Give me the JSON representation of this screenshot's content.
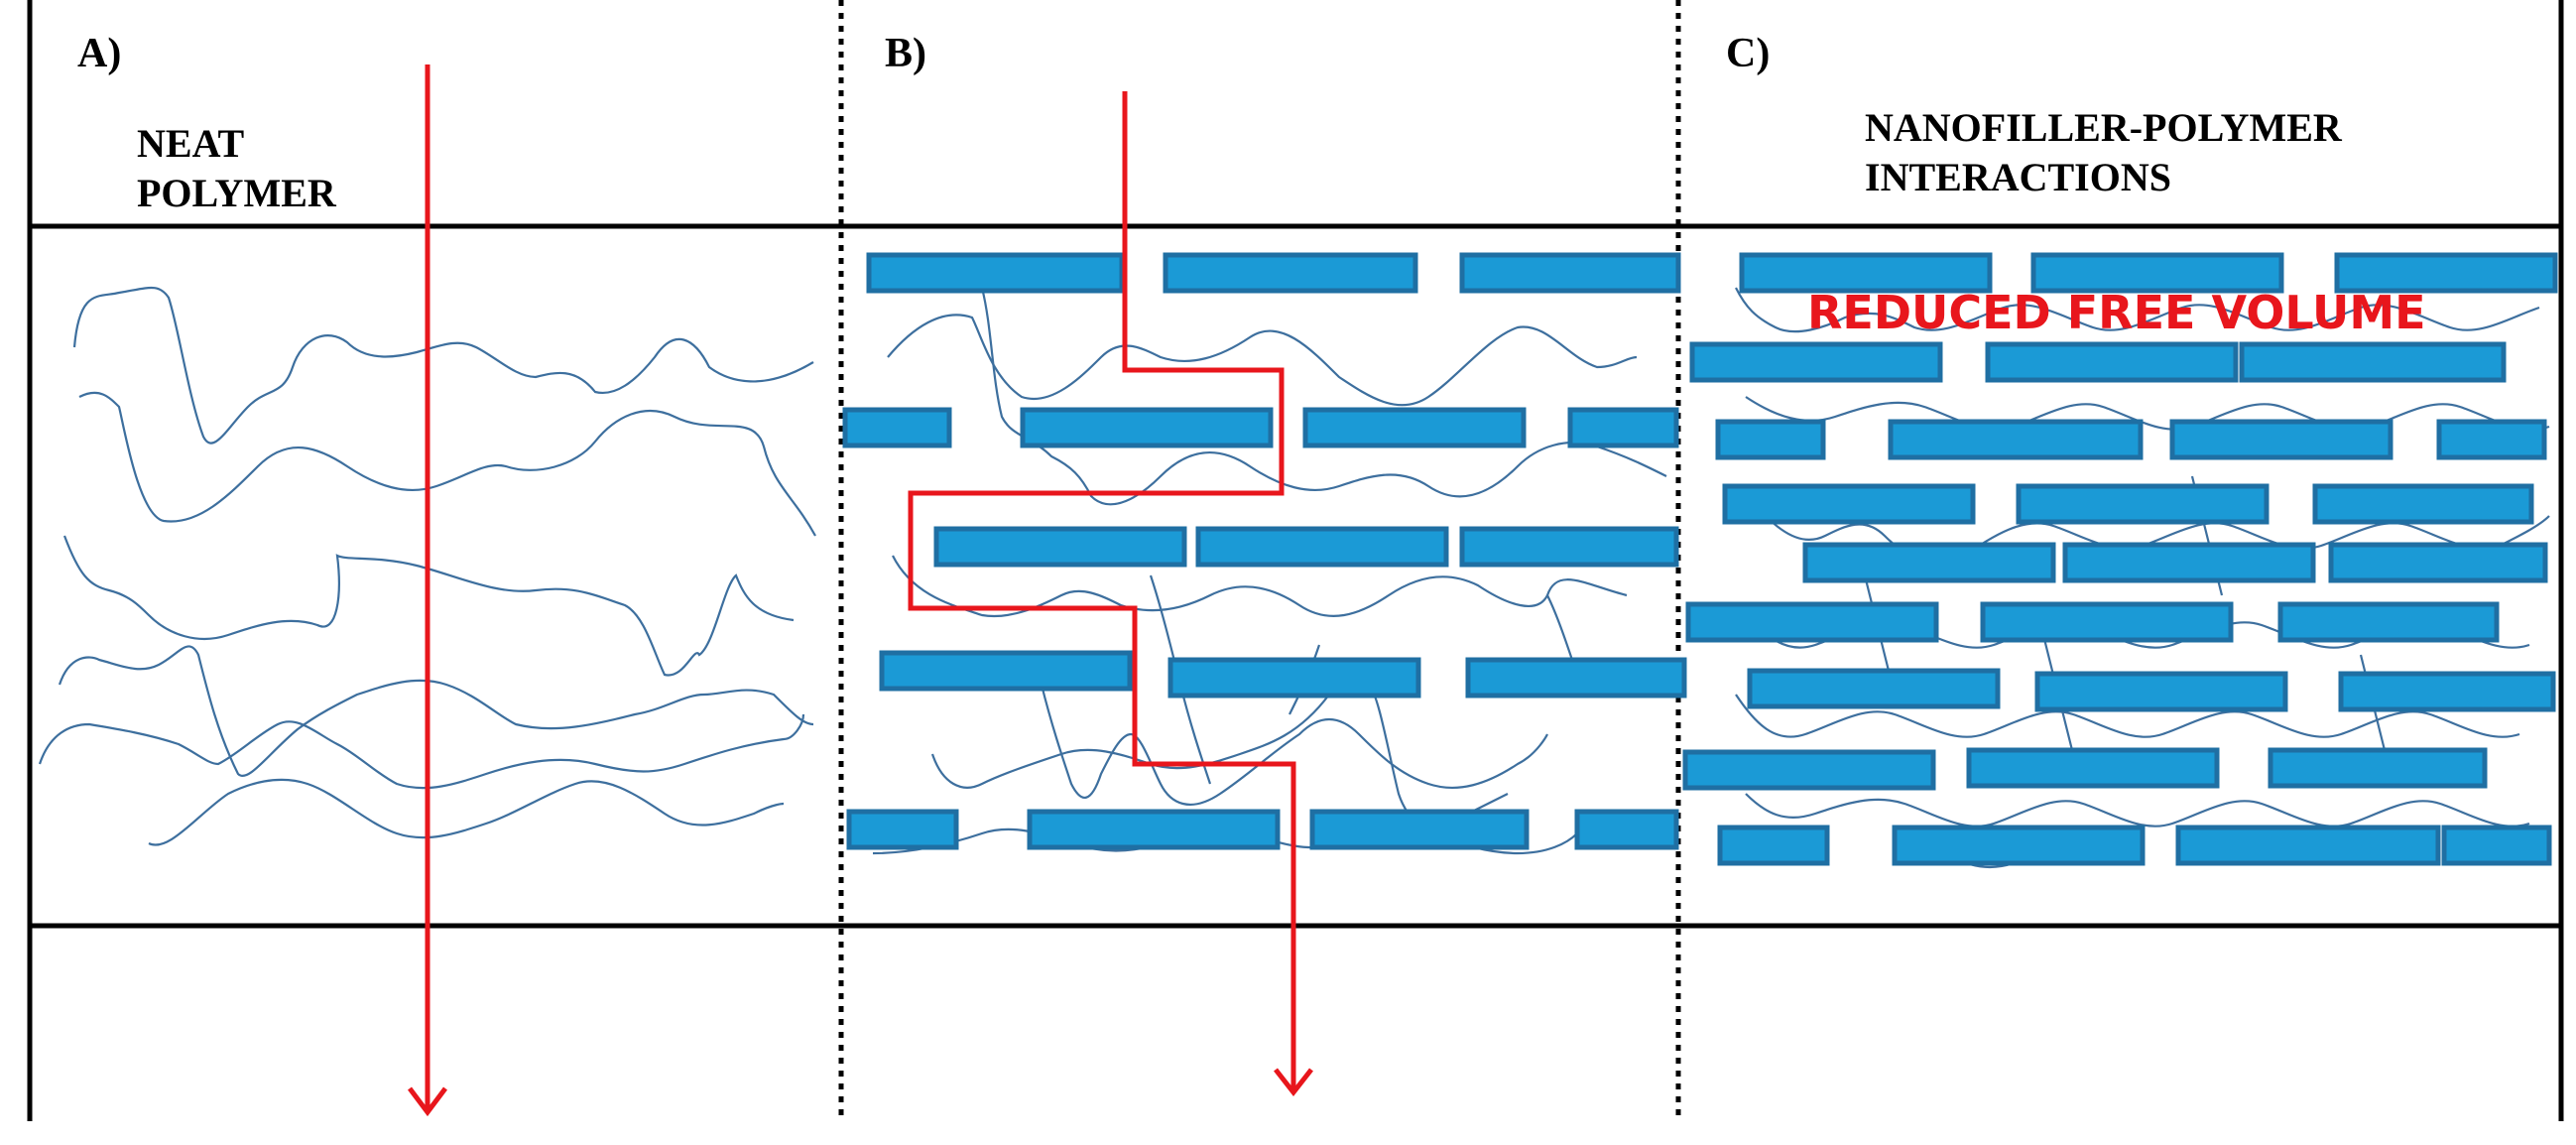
{
  "panels": {
    "a": {
      "letter": "A)",
      "title_line1": "NEAT",
      "title_line2": "POLYMER"
    },
    "b": {
      "letter": "B)"
    },
    "c": {
      "letter": "C)",
      "title_line1": "NANOFILLER-POLYMER",
      "title_line2": "INTERACTIONS",
      "annotation": "REDUCED FREE VOLUME"
    }
  },
  "colors": {
    "filler_fill": "#1b9ad6",
    "filler_border": "#1f6fa3",
    "chain": "#3d6f9e",
    "path": "#e8161c",
    "line": "#000000"
  }
}
